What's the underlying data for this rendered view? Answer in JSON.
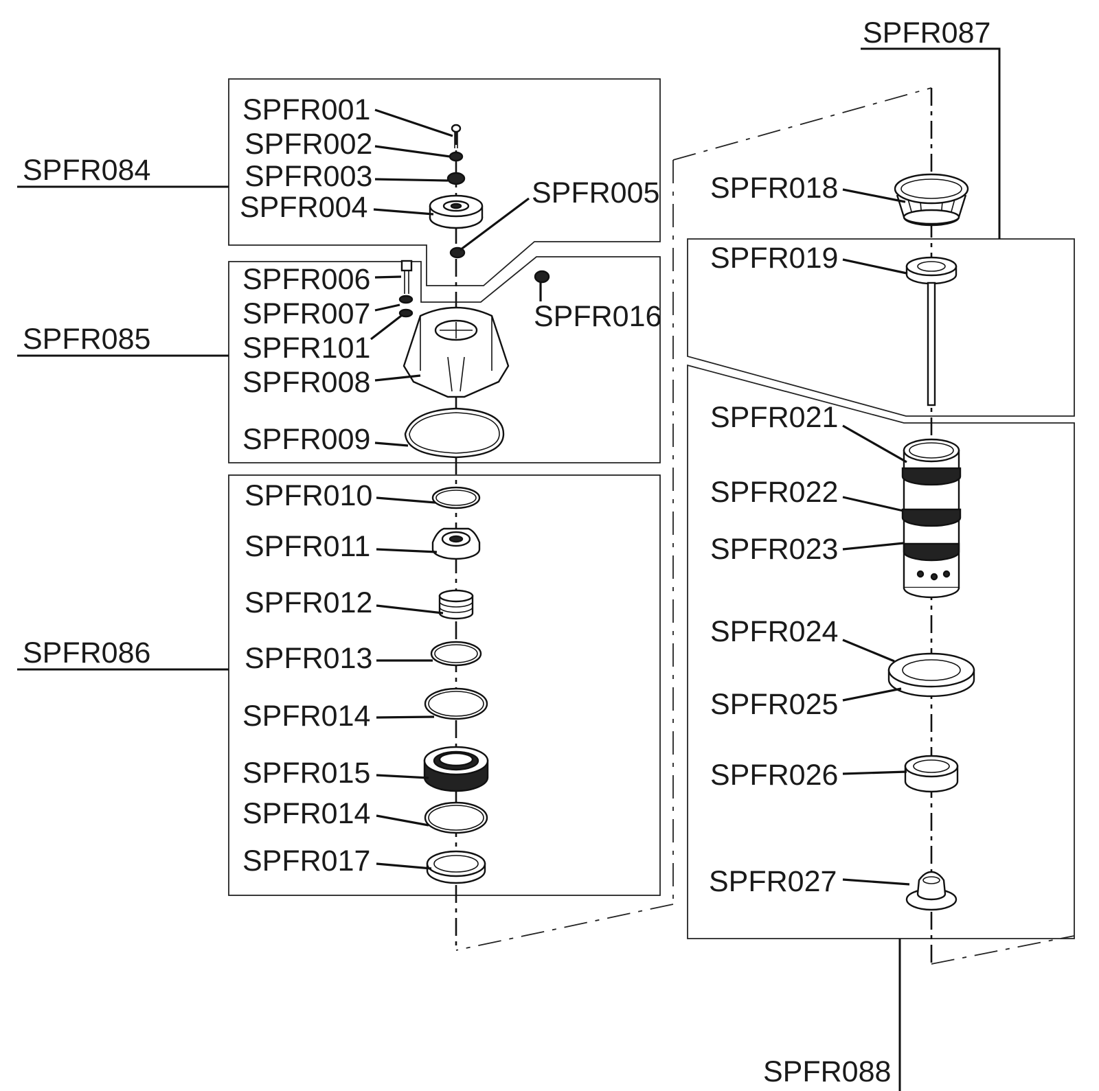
{
  "labels": {
    "spfr001": "SPFR001",
    "spfr002": "SPFR002",
    "spfr003": "SPFR003",
    "spfr004": "SPFR004",
    "spfr005": "SPFR005",
    "spfr006": "SPFR006",
    "spfr007": "SPFR007",
    "spfr101": "SPFR101",
    "spfr008": "SPFR008",
    "spfr009": "SPFR009",
    "spfr016": "SPFR016",
    "spfr010": "SPFR010",
    "spfr011": "SPFR011",
    "spfr012": "SPFR012",
    "spfr013": "SPFR013",
    "spfr014a": "SPFR014",
    "spfr015": "SPFR015",
    "spfr014b": "SPFR014",
    "spfr017": "SPFR017",
    "spfr018": "SPFR018",
    "spfr019": "SPFR019",
    "spfr021": "SPFR021",
    "spfr022": "SPFR022",
    "spfr023": "SPFR023",
    "spfr024": "SPFR024",
    "spfr025": "SPFR025",
    "spfr026": "SPFR026",
    "spfr027": "SPFR027"
  },
  "groups": {
    "spfr084": "SPFR084",
    "spfr085": "SPFR085",
    "spfr086": "SPFR086",
    "spfr087": "SPFR087",
    "spfr088": "SPFR088"
  }
}
